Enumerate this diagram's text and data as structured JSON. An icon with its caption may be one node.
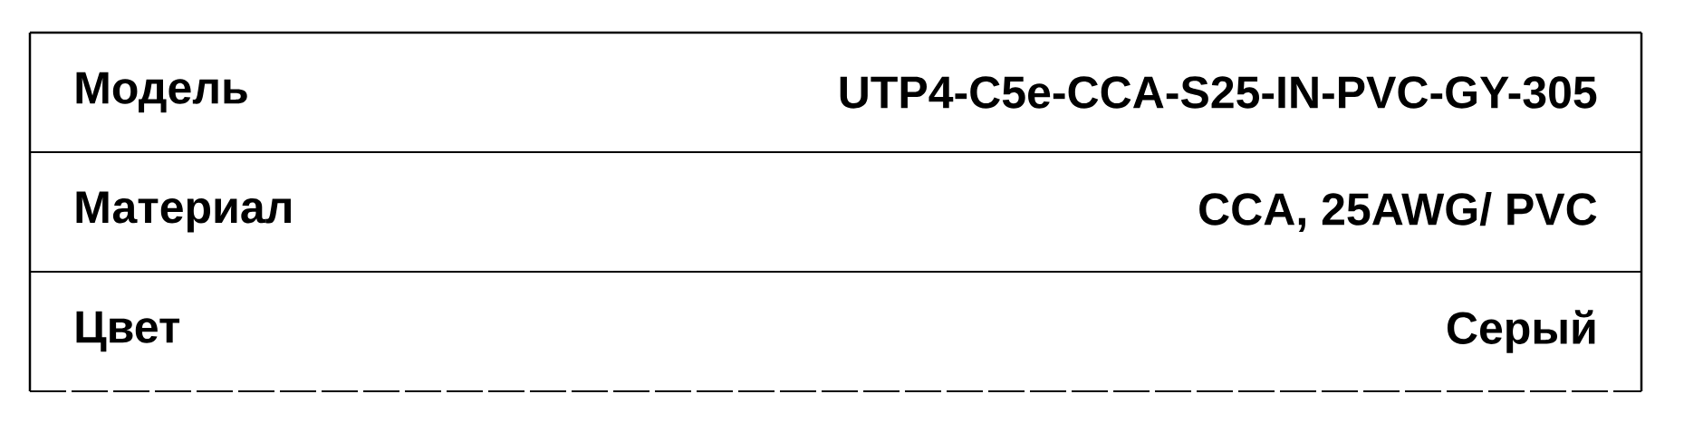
{
  "diagram": {
    "labels": [
      "Модель",
      "UTP4-C5e-CCA-S25-IN-PVC-GY-305",
      "Материал",
      "CCA, 25AWG/ PVC",
      "Цвет",
      "Серый"
    ]
  }
}
